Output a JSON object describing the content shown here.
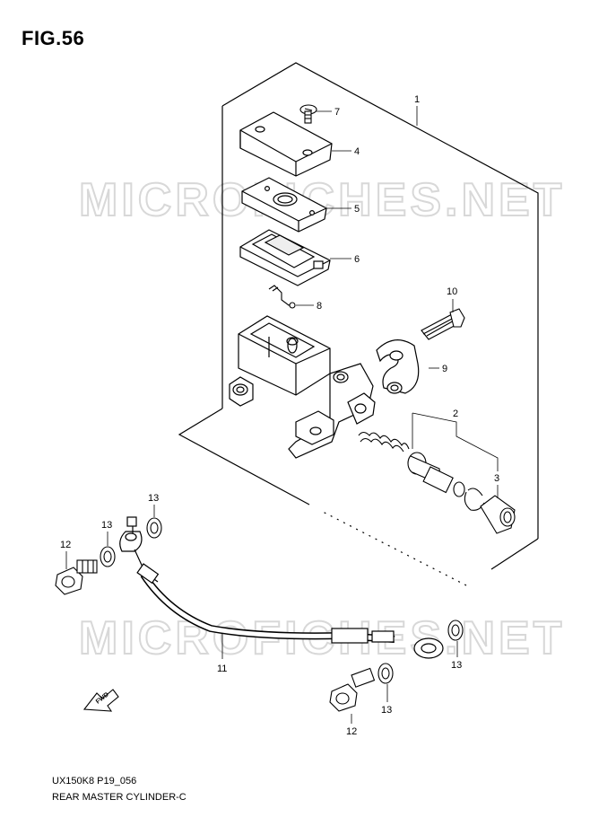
{
  "figure": {
    "title": "FIG.56",
    "model_code": "UX150K8 P19_056",
    "caption": "REAR MASTER CYLINDER-C",
    "watermark": "MICROFICHES.NET",
    "fwd_label": "FWD"
  },
  "callouts": [
    {
      "id": "c1",
      "label": "1"
    },
    {
      "id": "c2",
      "label": "2"
    },
    {
      "id": "c3",
      "label": "3"
    },
    {
      "id": "c4",
      "label": "4"
    },
    {
      "id": "c5",
      "label": "5"
    },
    {
      "id": "c6",
      "label": "6"
    },
    {
      "id": "c7",
      "label": "7"
    },
    {
      "id": "c8",
      "label": "8"
    },
    {
      "id": "c9",
      "label": "9"
    },
    {
      "id": "c10",
      "label": "10"
    },
    {
      "id": "c11",
      "label": "11"
    },
    {
      "id": "c12a",
      "label": "12"
    },
    {
      "id": "c12b",
      "label": "12"
    },
    {
      "id": "c13a",
      "label": "13"
    },
    {
      "id": "c13b",
      "label": "13"
    },
    {
      "id": "c13c",
      "label": "13"
    },
    {
      "id": "c13d",
      "label": "13"
    }
  ]
}
